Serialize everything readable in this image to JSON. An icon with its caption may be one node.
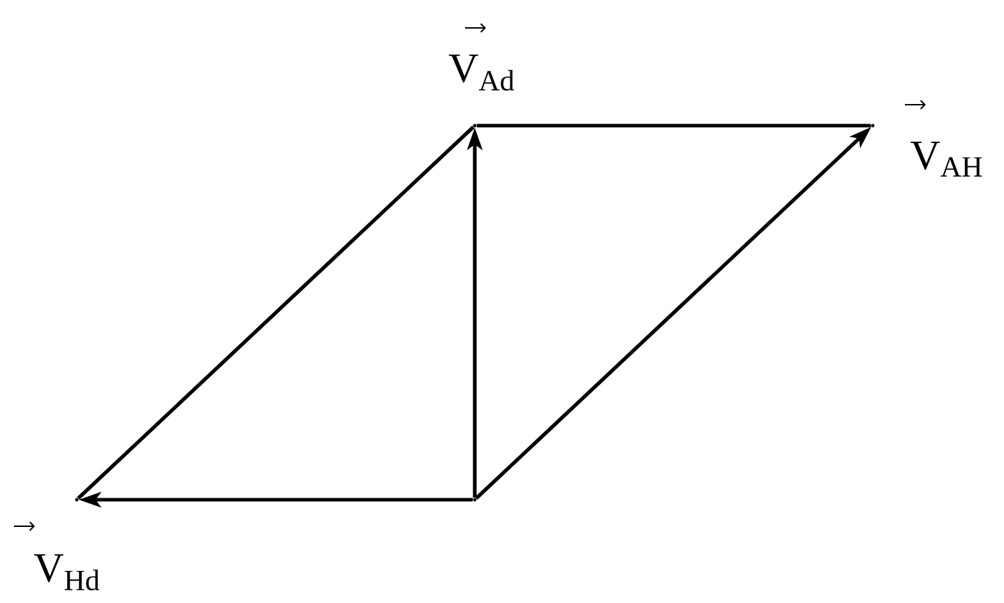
{
  "diagram": {
    "nodes": [
      {
        "text": [],
        "shape": "point"
      },
      {
        "text": [],
        "shape": "point",
        "beside": [
          "V$_{Ad}$"
        ]
      },
      {
        "text": [],
        "shape": "point",
        "beside": [
          "V$_{AH}$"
        ]
      },
      {
        "text": [],
        "shape": "point",
        "beside": [
          "V$_{Hd}$"
        ]
      }
    ],
    "edges": [
      {
        "from": 0,
        "to": 1,
        "arrow": "to"
      },
      {
        "from": 0,
        "to": 2,
        "arrow": "to"
      },
      {
        "from": 0,
        "to": 3,
        "arrow": "to"
      },
      {
        "from": 1,
        "to": 2,
        "arrow": "none"
      },
      {
        "from": 3,
        "to": 1,
        "arrow": "none"
      }
    ]
  }
}
